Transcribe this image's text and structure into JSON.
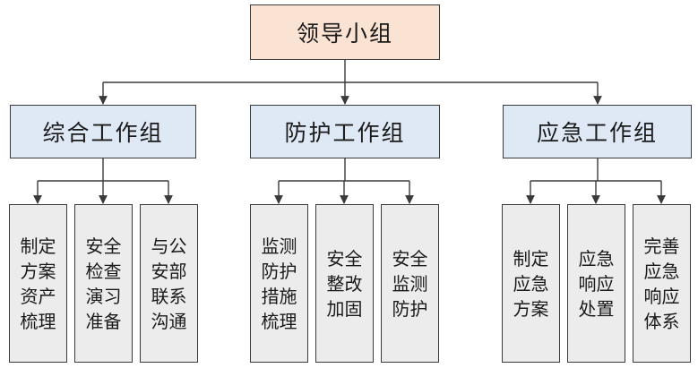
{
  "root": {
    "label": "领导小组"
  },
  "groups": [
    {
      "label": "综合工作组",
      "tasks": [
        "制定方案资产梳理",
        "安全检查演习准备",
        "与公安部联系沟通"
      ]
    },
    {
      "label": "防护工作组",
      "tasks": [
        "监测防护措施梳理",
        "安全整改加固",
        "安全监测防护"
      ]
    },
    {
      "label": "应急工作组",
      "tasks": [
        "制定应急方案",
        "应急响应处置",
        "完善应急响应体系"
      ]
    }
  ],
  "colors": {
    "root_fill": "#fbe3d3",
    "group_fill": "#dfe9f5",
    "task_fill": "#ececec",
    "line": "#3a3a3a"
  }
}
